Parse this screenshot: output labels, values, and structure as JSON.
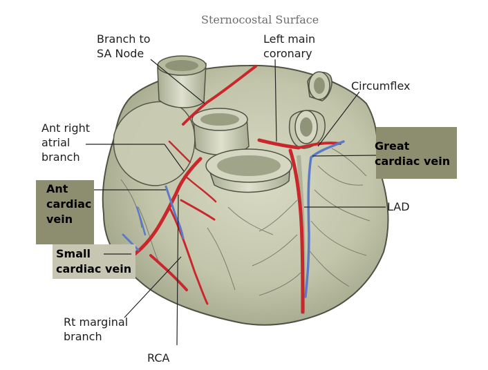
{
  "title": "Sternocostal Surface",
  "labels": {
    "branch_sa_node": "Branch to\nSA Node",
    "left_main": "Left main\ncoronary",
    "circumflex": "Circumflex",
    "ant_right_atrial": "Ant right\natrial\nbranch",
    "great_cardiac_vein": "Great\ncardiac vein",
    "ant_cardiac_vein": "Ant\ncardiac\nvein",
    "lad": "LAD",
    "small_cardiac_vein": "Small\ncardiac vein",
    "rt_marginal": "Rt marginal\nbranch",
    "rca": "RCA"
  },
  "colors": {
    "tissue": "#c7cab0",
    "tissue_dark": "#8e9277",
    "outline": "#4e5242",
    "artery": "#c8282c",
    "vein": "#5a7ac8",
    "label_box": "#8d8d70",
    "label_box_light": "#c6c6b2",
    "leader": "#222222"
  }
}
